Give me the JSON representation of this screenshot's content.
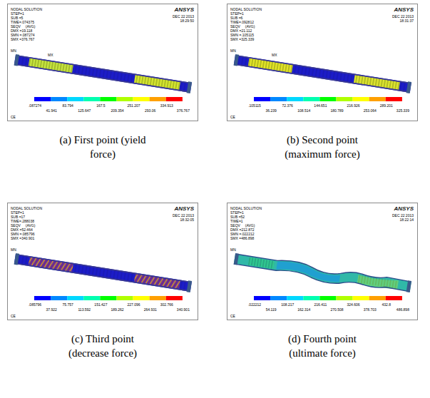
{
  "diagram": {
    "nodes": [
      {
        "text": [
          "NODAL SOLUTION",
          "STEP=1",
          "SUB =5",
          "TIME=.074375",
          "SEQV     (AVG)",
          "DMX =19.118",
          "SMN =.087274",
          "SMX =376.767",
          "ANSYS",
          "DEC 22 2013",
          "18:29:50",
          ".087274",
          "41.941",
          "83.794",
          "125.647",
          "167.5",
          "209.354",
          "251.207",
          "293.06",
          "334.913",
          "376.767",
          "CE",
          "MN",
          "MX"
        ]
      },
      {
        "text": [
          "NODAL SOLUTION",
          "STEP=1",
          "SUB =6",
          "TIME=.092812",
          "SEQV     (AVG)",
          "DMX =21.112",
          "SMN =.105115",
          "SMX =325.339",
          "ANSYS",
          "DEC 22 2013",
          "18:31:37",
          ".105115",
          "36.239",
          "72.376",
          "108.514",
          "144.651",
          "180.789",
          "216.926",
          "253.064",
          "289.201",
          "325.339",
          "CE",
          "MN",
          "MX"
        ]
      },
      {
        "text": [
          "NODAL SOLUTION",
          "STEP=1",
          "SUB =17",
          "TIME=.288038",
          "SEQV     (AVG)",
          "DMX =52.464",
          "SMN =.085796",
          "SMX =340.901",
          "ANSYS",
          "DEC 22 2013",
          "18:32:05",
          ".085796",
          "37.922",
          "75.757",
          "113.592",
          "151.427",
          "189.262",
          "227.096",
          "264.931",
          "302.766",
          "340.901",
          "CE",
          "MN"
        ]
      },
      {
        "text": [
          "NODAL SOLUTION",
          "STEP=1",
          "SUB =52",
          "TIME=1",
          "SEQV     (AVG)",
          "DMX =212.872",
          "SMN =.022212",
          "SMX =486.898",
          "ANSYS",
          "DEC 22 2013",
          "18:22:14",
          ".022212",
          "54.119",
          "108.217",
          "162.314",
          "216.411",
          "270.508",
          "324.606",
          "378.703",
          "432.8",
          "486.898",
          "CE",
          "MN"
        ]
      }
    ],
    "labels": [
      "(a) First point (yield force)",
      "(b) Second point (maximum force)",
      "(c) Third point (decrease force)",
      "(d) Fourth point (ultimate force)"
    ]
  }
}
